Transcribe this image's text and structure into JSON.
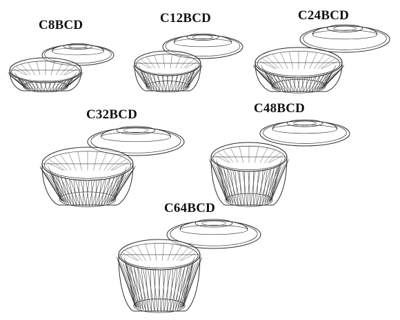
{
  "products": [
    {
      "code": "C8BCD"
    },
    {
      "code": "C12BCD"
    },
    {
      "code": "C24BCD"
    },
    {
      "code": "C32BCD"
    },
    {
      "code": "C48BCD"
    },
    {
      "code": "C64BCD"
    }
  ]
}
